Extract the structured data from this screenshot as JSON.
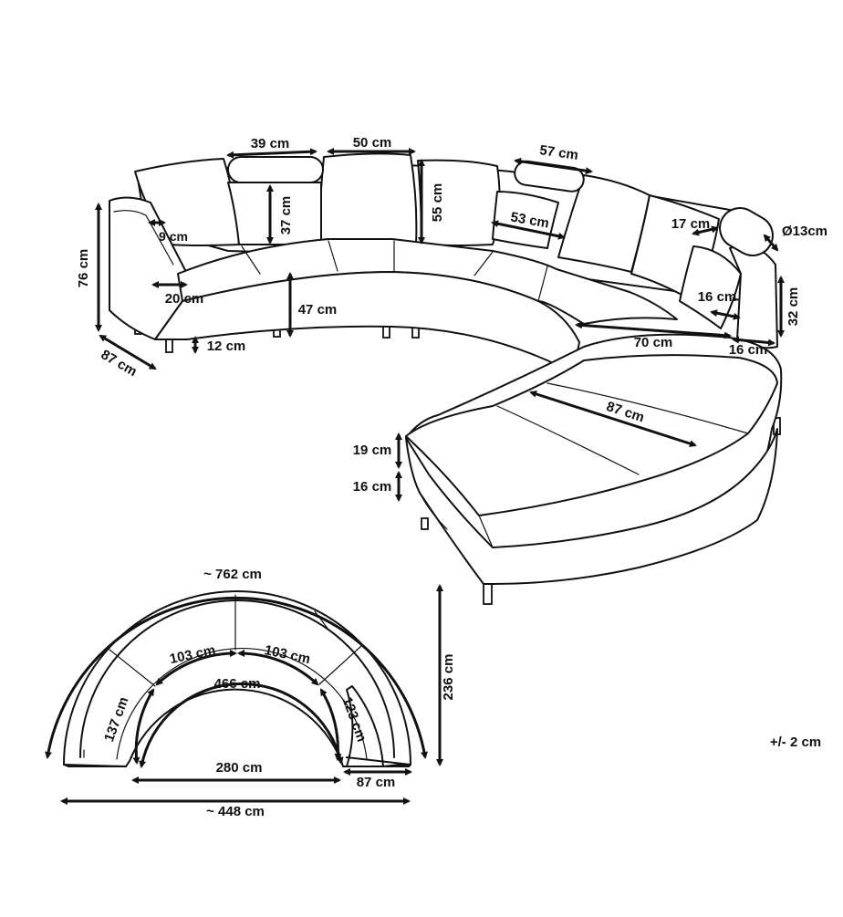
{
  "labels": {
    "pillow_width_left": "39 cm",
    "pillow_width_center": "50 cm",
    "pillow_width_right": "57 cm",
    "headrest_height": "37 cm",
    "back_cushion_height": "55 cm",
    "back_cushion_depth": "53 cm",
    "arm_width_left": "9 cm",
    "arm_inner_left": "20 cm",
    "total_height": "76 cm",
    "depth": "87 cm",
    "leg_height": "12 cm",
    "seat_height": "47 cm",
    "arm_inner_right": "17 cm",
    "bolster_diameter": "Ø13cm",
    "side_cushion_right": "16 cm",
    "arm_height_right": "32 cm",
    "seat_depth_right": "70 cm",
    "arm_width_right": "16 cm",
    "chaise_depth": "87 cm",
    "cushion_thickness": "19 cm",
    "base_thickness": "16 cm",
    "outer_arc": "~ 762 cm",
    "inner_arc": "466 cm",
    "segment_left": "103 cm",
    "segment_right": "103 cm",
    "side_left": "137 cm",
    "side_right": "123 cm",
    "overall_height": "236 cm",
    "inner_width": "280 cm",
    "end_depth": "87 cm",
    "overall_width": "~ 448 cm",
    "tolerance": "+/- 2 cm"
  }
}
